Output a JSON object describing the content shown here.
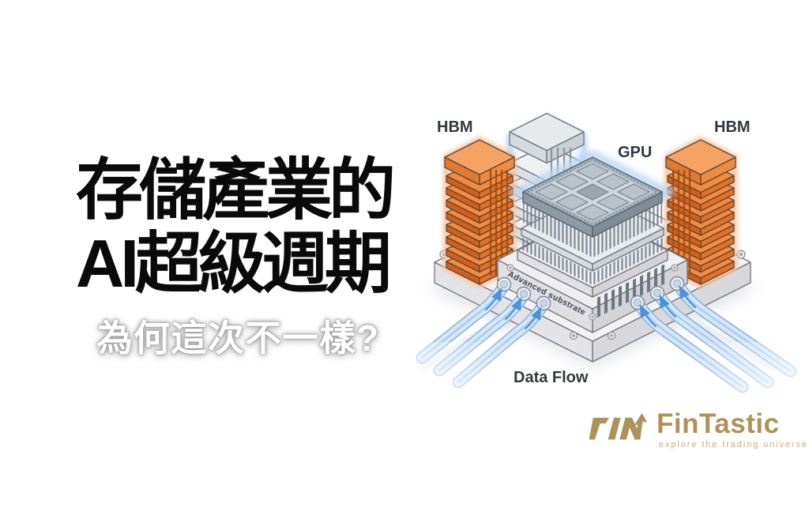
{
  "page": {
    "background": "#FFFFFF"
  },
  "title": {
    "line1": "存儲產業的",
    "line2": "AI超級週期",
    "subtitle": "為何這次不一樣?"
  },
  "diagram": {
    "labels": {
      "hbm_left": "HBM",
      "hbm_right": "HBM",
      "gpu": "GPU",
      "substrate": "Advanced substrate",
      "data_flow": "Data Flow"
    },
    "hbm_layers": 8,
    "gray_layers": 4,
    "gpu_grid": 3,
    "colors": {
      "hbm_orange": "#F28B3F",
      "hbm_orange_top": "#F5A263",
      "hbm_glow": "#F7C49E",
      "stack_glow": "#BCD8F2",
      "ribbon_fill": "#D6E7F8",
      "ribbon_edge": "#8FB7DF",
      "arrow_blue": "#4D93D8",
      "platform_gray": "#F3F3F5",
      "die_gray": "#CDD6DC",
      "label_gray": "#33383E"
    }
  },
  "logo": {
    "brand": "FinTastic",
    "tagline": "explore the trading universe",
    "color": "#AE9257"
  }
}
